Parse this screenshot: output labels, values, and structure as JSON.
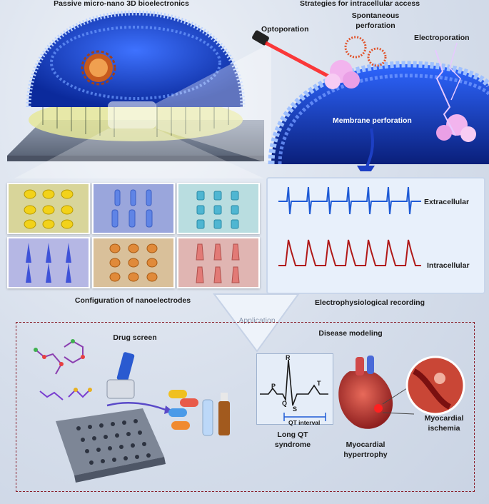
{
  "top": {
    "left_title": "Passive micro-nano 3D bioelectronics",
    "right_title": "Strategies for intracellular access",
    "optoporation": "Optoporation",
    "spontaneous_1": "Spontaneous",
    "spontaneous_2": "perforation",
    "electroporation": "Electroporation",
    "membrane": "Membrane perforation"
  },
  "middle": {
    "config": "Configuration of nanoelectrodes",
    "recording": "Electrophysiological recording",
    "extracellular": "Extracellular",
    "intracellular": "Intracellular",
    "application": "Application"
  },
  "bottom": {
    "drug_screen": "Drug screen",
    "disease_modeling": "Disease modeling",
    "ecg_P": "P",
    "ecg_Q": "Q",
    "ecg_R": "R",
    "ecg_S": "S",
    "ecg_T": "T",
    "qt_interval": "QT interval",
    "long_qt_1": "Long QT",
    "long_qt_2": "syndrome",
    "hypertrophy_1": "Myocardial",
    "hypertrophy_2": "hypertrophy",
    "ischemia_1": "Myocardial",
    "ischemia_2": "ischemia"
  },
  "colors": {
    "extracellular_trace": "#1f5bd6",
    "intracellular_trace": "#b01818",
    "dashed_box": "#8a1f2a",
    "cell_blue": "#2450d8"
  }
}
